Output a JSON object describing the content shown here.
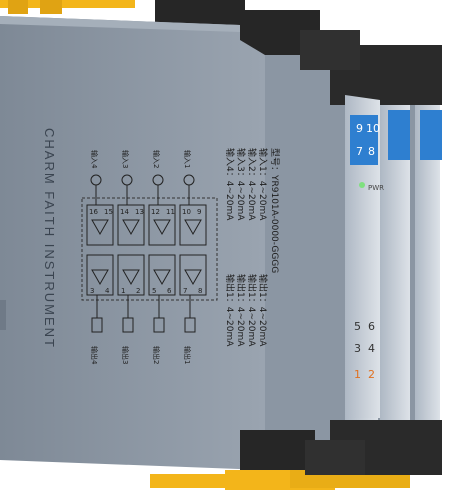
{
  "brand": "CHARM FAITH INSTRUMENT",
  "model": "型号：YR9101A-0000-GGGG",
  "inputs": [
    "输入1：4~20mA",
    "输入2：4~20mA",
    "输入3：4~20mA",
    "输入4：4~20mA"
  ],
  "outputs": [
    "输出1：4~20mA",
    "输出1：4~20mA",
    "输出1：4~20mA",
    "输出1：4~20mA"
  ],
  "input_terminals": [
    "输入4",
    "输入3",
    "输入2",
    "输入1"
  ],
  "output_terminals": [
    "输出4",
    "输出3",
    "输出2",
    "输出1"
  ],
  "top_pins": [
    "16",
    "15",
    "14",
    "13",
    "12",
    "11",
    "10",
    "9"
  ],
  "bottom_pins": [
    "3",
    "4",
    "1",
    "2",
    "5",
    "6",
    "7",
    "8"
  ],
  "front_numbers": {
    "n9": "9",
    "n10": "10",
    "n7": "7",
    "n8": "8",
    "n5": "5",
    "n6": "6",
    "n3": "3",
    "n4": "4",
    "n1": "1",
    "n2": "2"
  },
  "pwr_label": "PWR",
  "colors": {
    "body": "#8b96a3",
    "front": "#c9d0d8",
    "stripe": "#2e7fd0",
    "terminal": "#2a2a2a",
    "yellow": "#f3b51a",
    "led": "#7fe07f"
  }
}
